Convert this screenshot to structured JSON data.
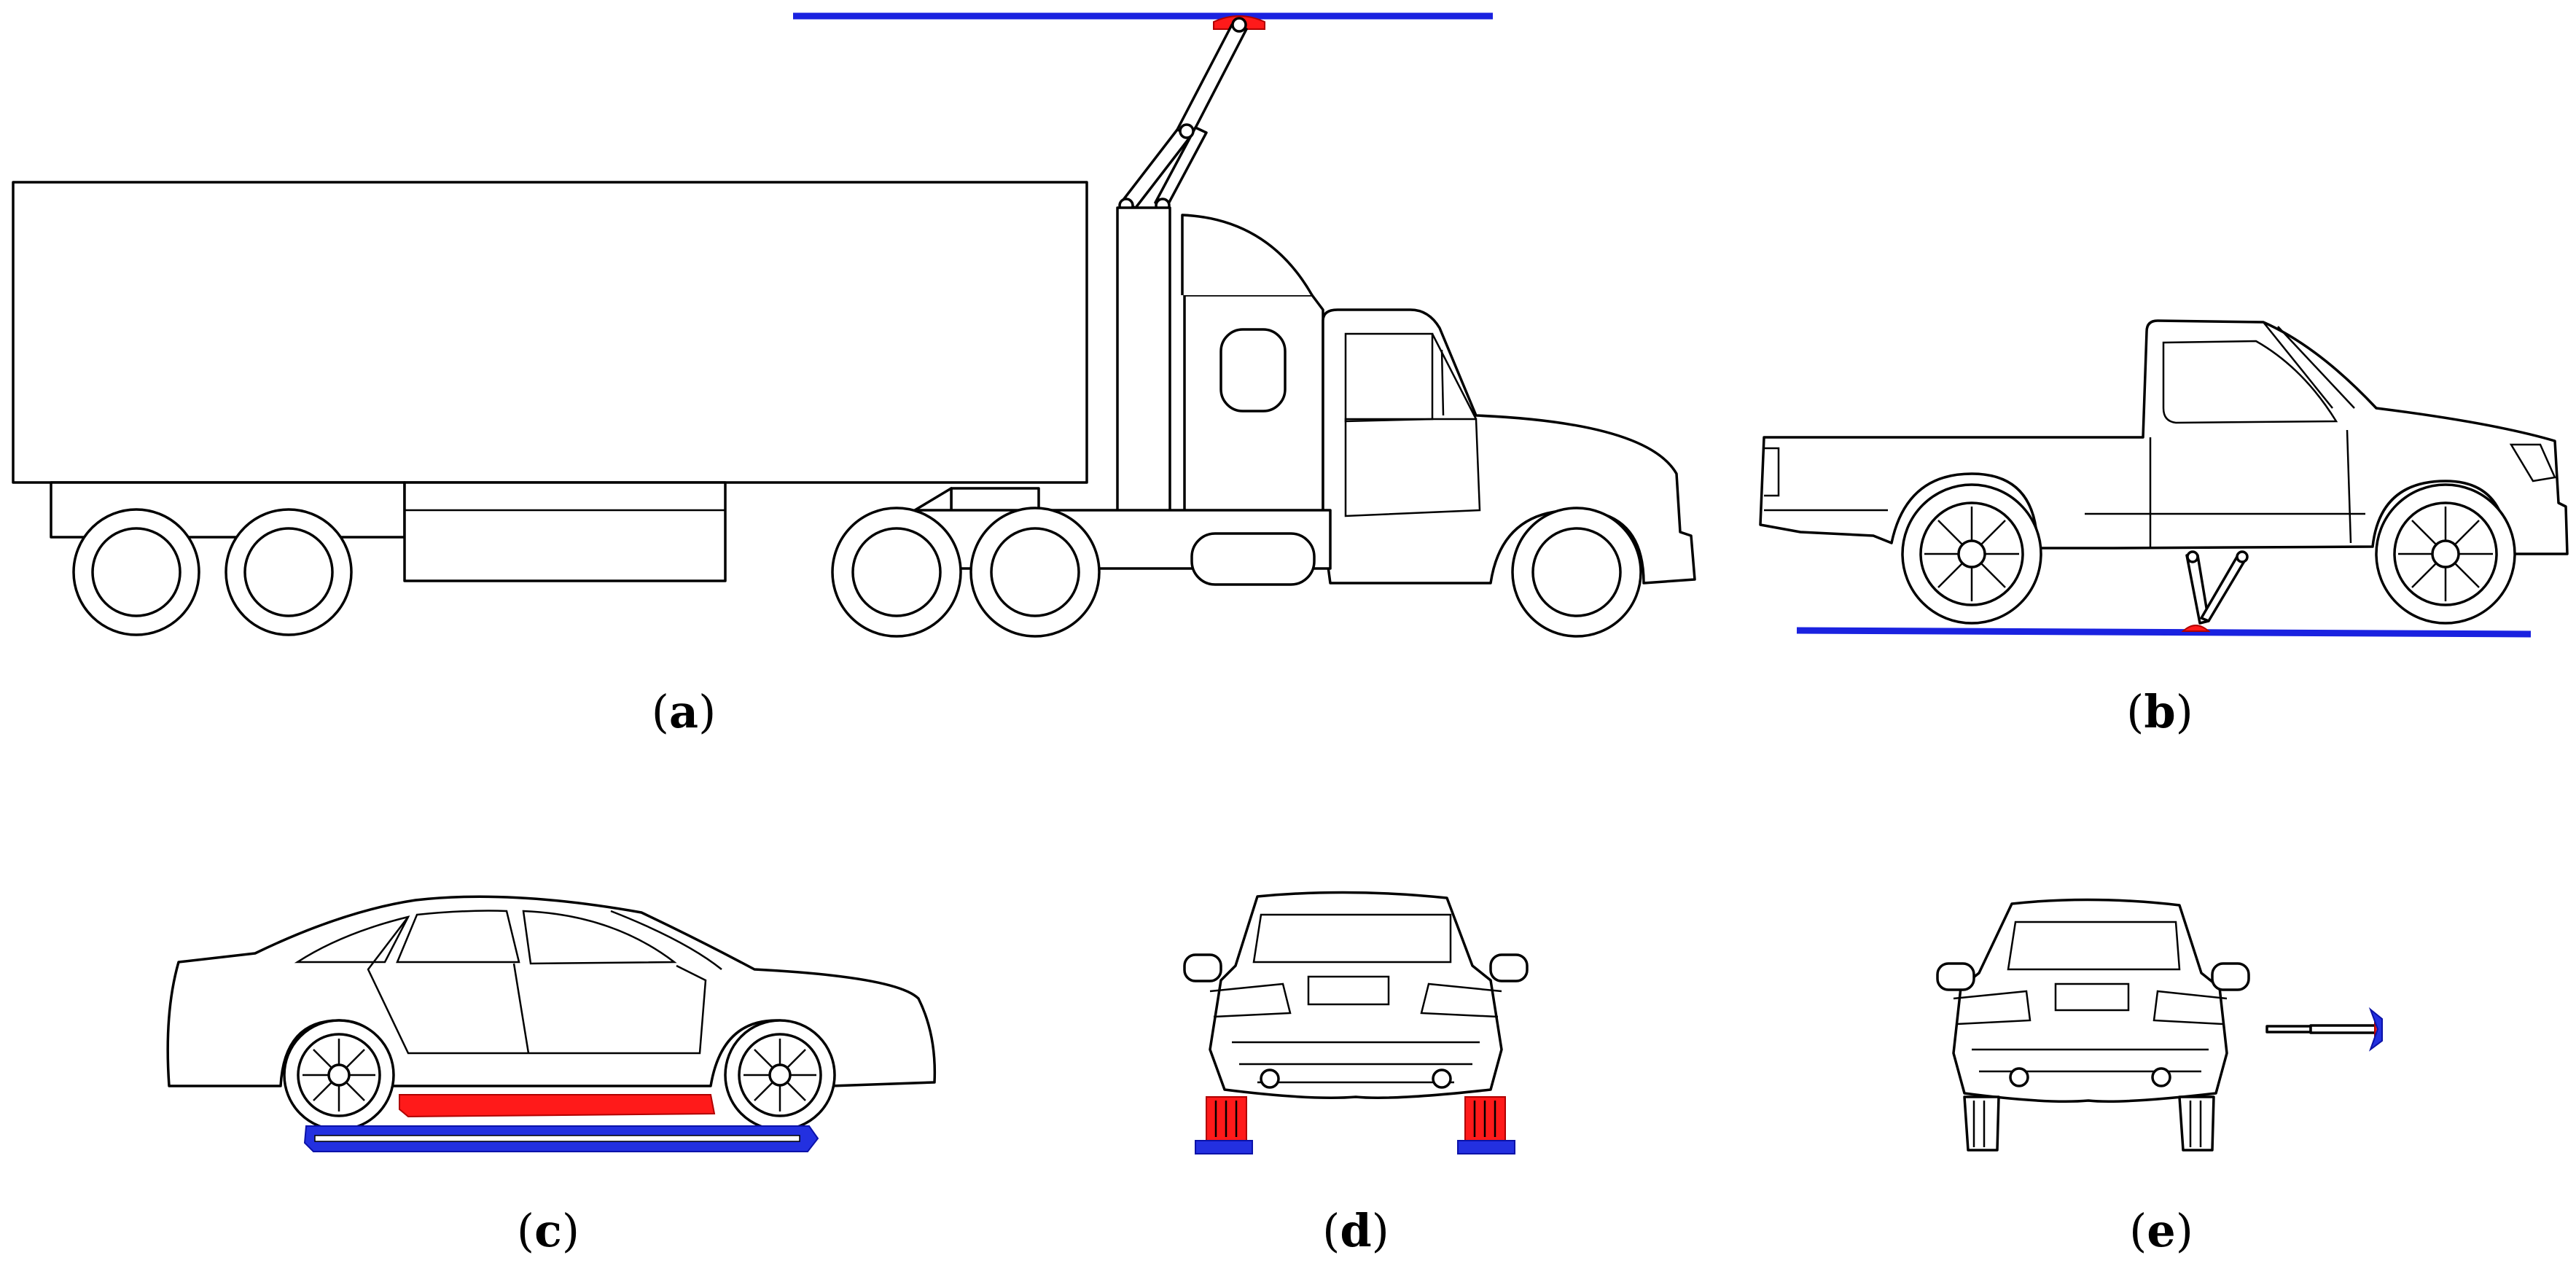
{
  "panels": [
    {
      "id": "a",
      "label": "a",
      "subject": "truck-overhead-catenary"
    },
    {
      "id": "b",
      "label": "b",
      "subject": "pickup-underbody-conductive-rail"
    },
    {
      "id": "c",
      "label": "c",
      "subject": "sedan-wireless-pad"
    },
    {
      "id": "d",
      "label": "d",
      "subject": "rear-view-wheel-contacts"
    },
    {
      "id": "e",
      "label": "e",
      "subject": "rear-view-side-arm"
    }
  ],
  "colors": {
    "conductor": "#1a22e0",
    "collector": "#ff1a1a",
    "outline": "#000000"
  }
}
